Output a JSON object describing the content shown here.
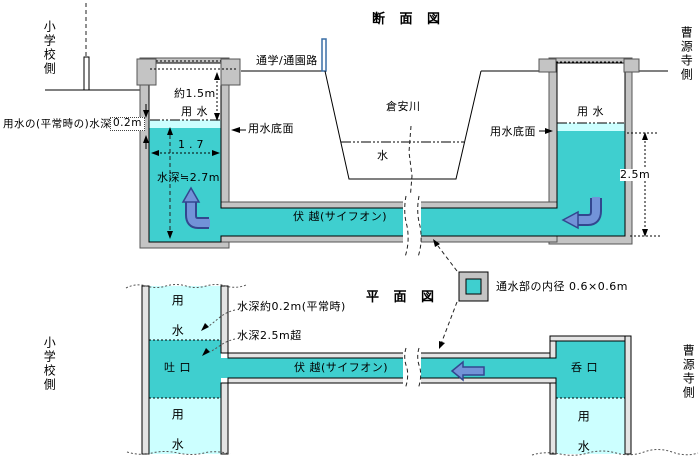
{
  "titles": {
    "cross_section": "断 面 図",
    "plan": "平 面 図"
  },
  "sides": {
    "school": "小学校側",
    "temple": "曹源寺側"
  },
  "cross_section": {
    "path": "通学/通園路",
    "river": "倉安川",
    "river_water": "水",
    "channel_left": "用 水",
    "channel_right": "用 水",
    "channel_bottom": "用水底面",
    "siphon": "伏 越(サイフオン)",
    "dims": {
      "height_above_water": "約1.5m",
      "width": "1.7",
      "depth_left": "水深≒2.7m",
      "depth_right": "2.5m",
      "normal_depth_label": "用水の(平常時の)水深 ≒",
      "normal_depth_value": "0.2m"
    }
  },
  "legend": {
    "pipe_inner_size": "通水部の内径 0.6×0.6m"
  },
  "plan": {
    "channel": "用 水",
    "outlet": "吐 口",
    "inlet": "呑 口",
    "siphon": "伏 越(サイフオン)",
    "depth_normal": "水深約0.2m(平常時)",
    "depth_over": "水深2.5m超"
  },
  "colors": {
    "water_deep": "#3FCFCF",
    "water_shallow": "#CCFFFF",
    "wall_gray": "#C4C4C4",
    "arrow_blue": "#7293D8",
    "arrow_edge": "#33478F"
  }
}
